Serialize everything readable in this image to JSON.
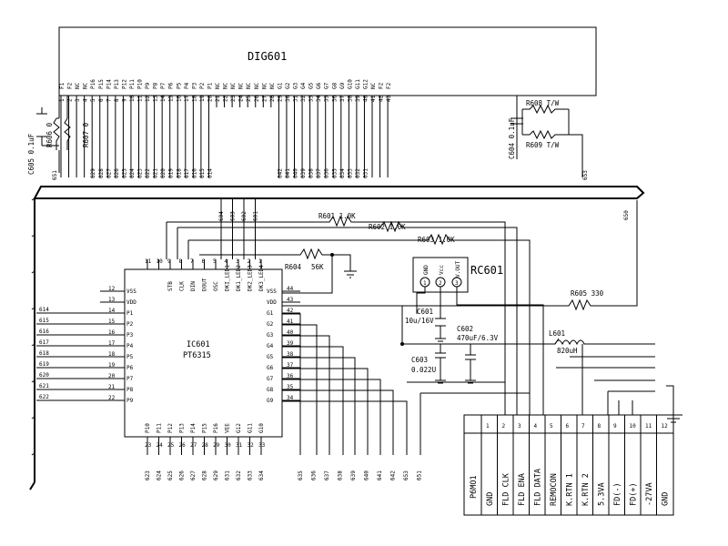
{
  "display": {
    "ref": "DIG601",
    "top_pins": [
      "F1",
      "F2",
      "NC",
      "NC",
      "P16",
      "P15",
      "P14",
      "P13",
      "P12",
      "P11",
      "P10",
      "P9",
      "P8",
      "P7",
      "P6",
      "P5",
      "P4",
      "P3",
      "P2",
      "P1",
      "NC",
      "NC",
      "NC",
      "NC",
      "NC",
      "NC",
      "NC",
      "NC",
      "G1",
      "G2",
      "G3",
      "G4",
      "G5",
      "G6",
      "G7",
      "G8",
      "G9",
      "G10",
      "G11",
      "G12",
      "NC",
      "F2",
      "F2"
    ],
    "pin_numbers": [
      "1",
      "2",
      "3",
      "4",
      "5",
      "6",
      "7",
      "8",
      "9",
      "10",
      "11",
      "12",
      "13",
      "14",
      "15",
      "16",
      "17",
      "18",
      "19",
      "20",
      "21",
      "22",
      "23",
      "24",
      "25",
      "26",
      "27",
      "28",
      "29",
      "30",
      "31",
      "32",
      "33",
      "34",
      "35",
      "36",
      "37",
      "38",
      "39",
      "40",
      "41",
      "42",
      "43"
    ],
    "net_labels": [
      "629",
      "628",
      "627",
      "626",
      "625",
      "624",
      "623",
      "622",
      "621",
      "620",
      "619",
      "618",
      "617",
      "616",
      "615",
      "614",
      "642",
      "641",
      "640",
      "639",
      "638",
      "637",
      "636",
      "635",
      "634",
      "633",
      "632",
      "631"
    ]
  },
  "components": {
    "r606": "R606 0",
    "r607": "R607 0",
    "c605": "C605 0.1uF",
    "c604": "C604 0.1uF",
    "r608": "R608 T/W",
    "r609": "R609 T/W",
    "r601": "R601 1.0K",
    "r602": "R602 1.0K",
    "r603": "R603 1.0K",
    "r604": "R604",
    "r604_val": "56K",
    "r605": "R605 330",
    "rc601": "RC601",
    "rc601_pins": [
      "GND",
      "Vcc",
      "V.OUT"
    ],
    "rc601_nums": [
      "1",
      "2",
      "3"
    ],
    "c601": "C601",
    "c601_val": "10u/16V",
    "c602": "C602",
    "c602_val": "470uF/6.3V",
    "c603": "C603",
    "c603_val": "0.022U",
    "l601": "L601",
    "l601_val": "820uH",
    "n651": "651",
    "n653": "653",
    "n650": "650"
  },
  "ic": {
    "ref": "IC601",
    "part": "PT6315",
    "top_numbers": [
      "11",
      "10",
      "9",
      "8",
      "7",
      "6",
      "5",
      "4",
      "3",
      "2",
      "1"
    ],
    "top_labels": [
      "STB",
      "CLK",
      "DIN",
      "DOUT",
      "OSC",
      "DKI_LED1",
      "DK1_LED2",
      "DK2_LED3",
      "DK3_LED4"
    ],
    "top_nets": [
      "604",
      "603",
      "602",
      "601"
    ],
    "left_numbers": [
      "12",
      "13",
      "14",
      "15",
      "16",
      "17",
      "18",
      "19",
      "20",
      "21",
      "22"
    ],
    "left_labels": [
      "VSS",
      "VDD",
      "P1",
      "P2",
      "P3",
      "P4",
      "P5",
      "P6",
      "P7",
      "P8",
      "P9"
    ],
    "left_nets": [
      "614",
      "615",
      "616",
      "617",
      "618",
      "619",
      "620",
      "621",
      "622"
    ],
    "right_numbers": [
      "44",
      "43",
      "42",
      "41",
      "40",
      "39",
      "38",
      "37",
      "36",
      "35",
      "34"
    ],
    "right_labels": [
      "VSS",
      "VDD",
      "G1",
      "G2",
      "G3",
      "G4",
      "G5",
      "G6",
      "G7",
      "G8",
      "G9"
    ],
    "bottom_numbers": [
      "23",
      "24",
      "25",
      "26",
      "27",
      "28",
      "29",
      "30",
      "31",
      "32",
      "33"
    ],
    "bottom_labels": [
      "P10",
      "P11",
      "P12",
      "P13",
      "P14",
      "P15",
      "P16",
      "VEE",
      "G12",
      "G11",
      "G10"
    ],
    "bottom_nets": [
      "623",
      "624",
      "625",
      "626",
      "627",
      "628",
      "629",
      "631",
      "632",
      "633",
      "634",
      "635",
      "636",
      "637",
      "638",
      "639",
      "640",
      "641",
      "642",
      "653",
      "651"
    ]
  },
  "connector": {
    "ref": "P6MO1",
    "pin_numbers": [
      "1",
      "2",
      "3",
      "4",
      "5",
      "6",
      "7",
      "8",
      "9",
      "10",
      "11",
      "12"
    ],
    "signals": [
      "GND",
      "FLD CLK",
      "FLD ENA",
      "FLD DATA",
      "REMOCON",
      "K.RTN 1",
      "K.RTN 2",
      "5.3VA",
      "FD(-)",
      "FD(+)",
      "-27VA",
      "GND"
    ]
  }
}
